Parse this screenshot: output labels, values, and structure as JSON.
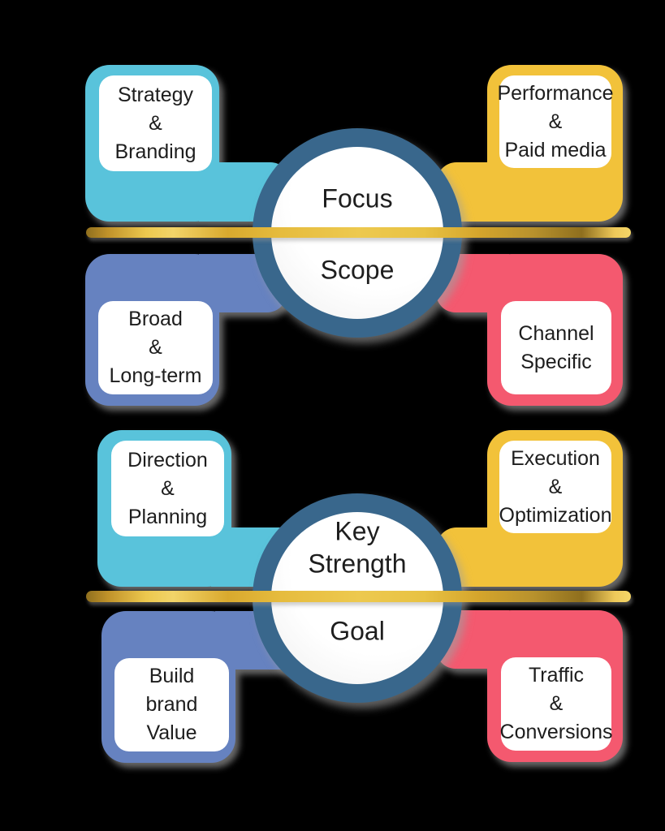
{
  "colors": {
    "cyan": "#59C3DB",
    "blue": "#6682C0",
    "yellow": "#F2C23A",
    "pink": "#F4596F",
    "circle_ring": "#39678C",
    "gold": "#E0B33A",
    "card_background": "#FFFFFF",
    "text": "#1D1D1D",
    "background": "#000000"
  },
  "sections": [
    {
      "name": "focus-scope",
      "center_top_label_lines": [
        "Focus"
      ],
      "center_bottom_label": "Scope",
      "quadrants": {
        "top_left": {
          "lines": [
            "Strategy",
            "&",
            "Branding"
          ]
        },
        "top_right": {
          "lines": [
            "Performance",
            "&",
            "Paid media"
          ]
        },
        "bottom_left": {
          "lines": [
            "Broad",
            "&",
            "Long-term"
          ]
        },
        "bottom_right": {
          "lines": [
            "Channel",
            "Specific"
          ]
        }
      }
    },
    {
      "name": "key-strength-goal",
      "center_top_label_lines": [
        "Key",
        "Strength"
      ],
      "center_bottom_label": "Goal",
      "quadrants": {
        "top_left": {
          "lines": [
            "Direction",
            "&",
            "Planning"
          ]
        },
        "top_right": {
          "lines": [
            "Execution",
            "&",
            "Optimization"
          ]
        },
        "bottom_left": {
          "lines": [
            "Build",
            "brand",
            "Value"
          ]
        },
        "bottom_right": {
          "lines": [
            "Traffic",
            "&",
            "Conversions"
          ]
        }
      }
    }
  ]
}
